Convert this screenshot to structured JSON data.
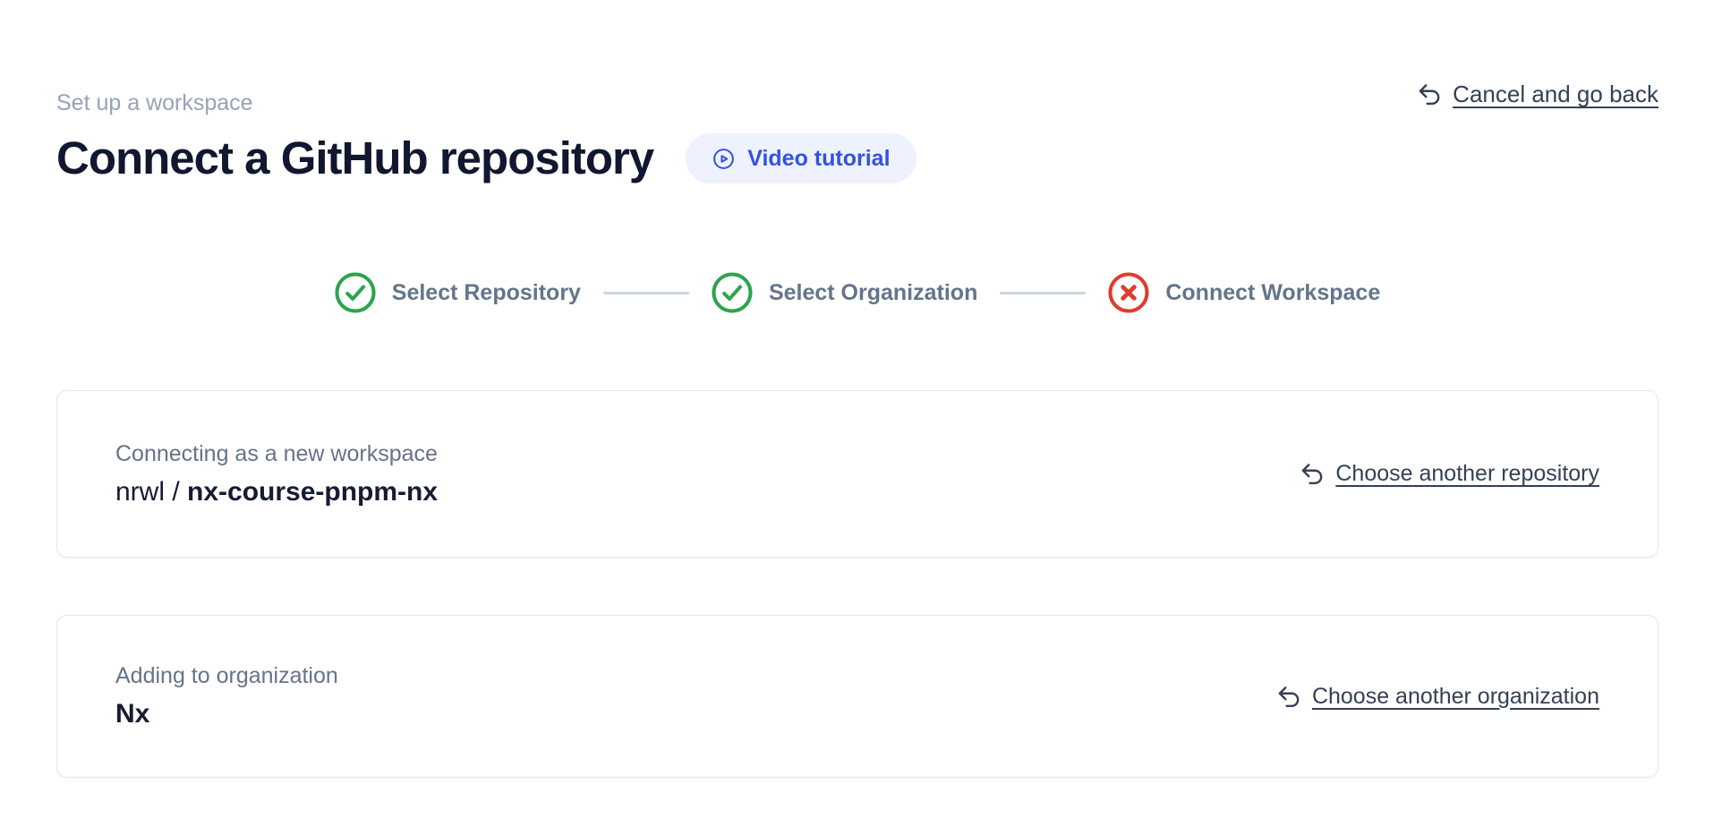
{
  "header": {
    "eyebrow": "Set up a workspace",
    "title": "Connect a GitHub repository",
    "video_tutorial_label": "Video tutorial",
    "video_tutorial_icon": "play-circle-icon",
    "cancel_label": "Cancel and go back",
    "cancel_icon": "undo-arrow-icon"
  },
  "stepper": {
    "steps": [
      {
        "label": "Select Repository",
        "status": "complete",
        "icon": "check-circle-icon"
      },
      {
        "label": "Select Organization",
        "status": "complete",
        "icon": "check-circle-icon"
      },
      {
        "label": "Connect Workspace",
        "status": "failed",
        "icon": "x-circle-icon"
      }
    ]
  },
  "repository_card": {
    "label": "Connecting as a new workspace",
    "owner": "nrwl /",
    "name": "nx-course-pnpm-nx",
    "action_label": "Choose another repository",
    "action_icon": "undo-arrow-icon"
  },
  "organization_card": {
    "label": "Adding to organization",
    "name": "Nx",
    "action_label": "Choose another organization",
    "action_icon": "undo-arrow-icon"
  },
  "colors": {
    "accent_blue": "#3352e1",
    "pill_background": "#eef2fe",
    "success_green": "#2da44e",
    "error_red": "#df3c2c",
    "link_text": "#334155",
    "muted_text": "#64748b",
    "eyebrow_text": "#94a3b8",
    "card_border": "#e2e8f0",
    "heading_text": "#101830"
  }
}
